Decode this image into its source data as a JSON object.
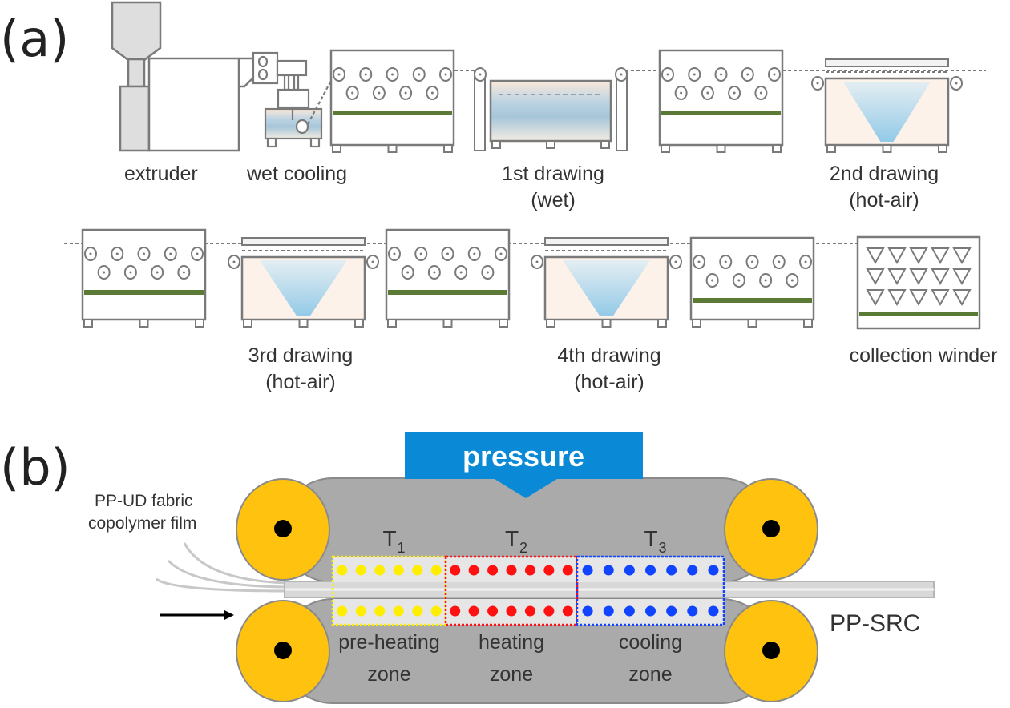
{
  "panel_a": {
    "label": "(a)",
    "stages": {
      "extruder": "extruder",
      "wet_cooling": "wet cooling",
      "drawing1": [
        "1st drawing",
        "(wet)"
      ],
      "drawing2": [
        "2nd drawing",
        "(hot-air)"
      ],
      "drawing3": [
        "3rd drawing",
        "(hot-air)"
      ],
      "drawing4": [
        "4th drawing",
        "(hot-air)"
      ],
      "winder": "collection winder"
    }
  },
  "panel_b": {
    "label": "(b)",
    "pressure": "pressure",
    "input_label": [
      "PP-UD fabric",
      "copolymer film"
    ],
    "output_label": "PP-SRC",
    "zones": [
      {
        "temp": "T",
        "sub": "1",
        "name": [
          "pre-heating",
          "zone"
        ],
        "color": "#ffee00",
        "dots": 6
      },
      {
        "temp": "T",
        "sub": "2",
        "name": [
          "heating",
          "zone"
        ],
        "color": "#ff1111",
        "dots": 7
      },
      {
        "temp": "T",
        "sub": "3",
        "name": [
          "cooling",
          "zone"
        ],
        "color": "#1144ff",
        "dots": 7
      }
    ]
  },
  "colors": {
    "outline": "#7a7a7a",
    "green_bar": "#5a7a35",
    "belt_gray": "#aaaaaa",
    "roller_yellow": "#ffc20e",
    "pressure_blue": "#0a8ad6",
    "hot_air_bg": "#fdf2ea",
    "water_blue": "#a9c9dc"
  }
}
